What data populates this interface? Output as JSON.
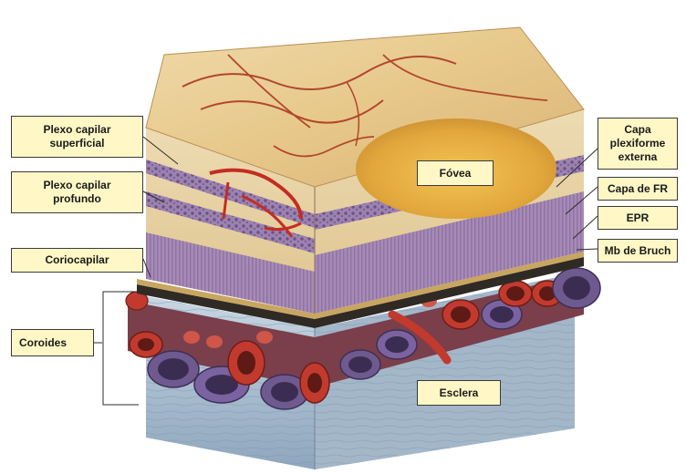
{
  "labels": {
    "plexo_superficial": "Plexo capilar\nsuperficial",
    "plexo_profundo": "Plexo capilar\nprofundo",
    "coriocapilar": "Coriocapilar",
    "coroides": "Coroides",
    "fovea": "Fóvea",
    "esclera": "Esclera",
    "capa_plexiforme": "Capa\nplexiforme\nexterna",
    "capa_fr": "Capa de FR",
    "epr": "EPR",
    "mb_bruch": "Mb de Bruch"
  },
  "colors": {
    "label_bg": "#fff8c6",
    "vessel_red": "#c23a2e",
    "vessel_purple": "#6f5a8f",
    "sclera_blue": "#a9bccd",
    "retina_purple": "#a58bb4",
    "fovea_yellow": "#e7b547"
  }
}
